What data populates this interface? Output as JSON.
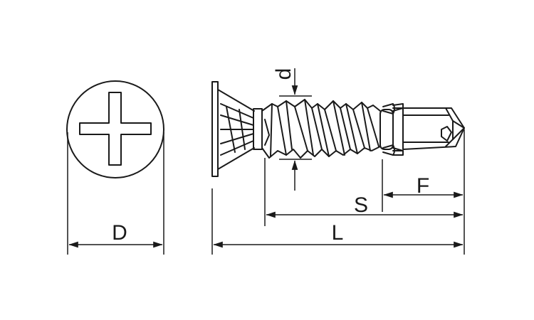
{
  "dimensions": {
    "d": "d",
    "D": "D",
    "L": "L",
    "S": "S",
    "F": "F"
  },
  "colors": {
    "line": "#1a1a1a",
    "background": "#ffffff"
  }
}
